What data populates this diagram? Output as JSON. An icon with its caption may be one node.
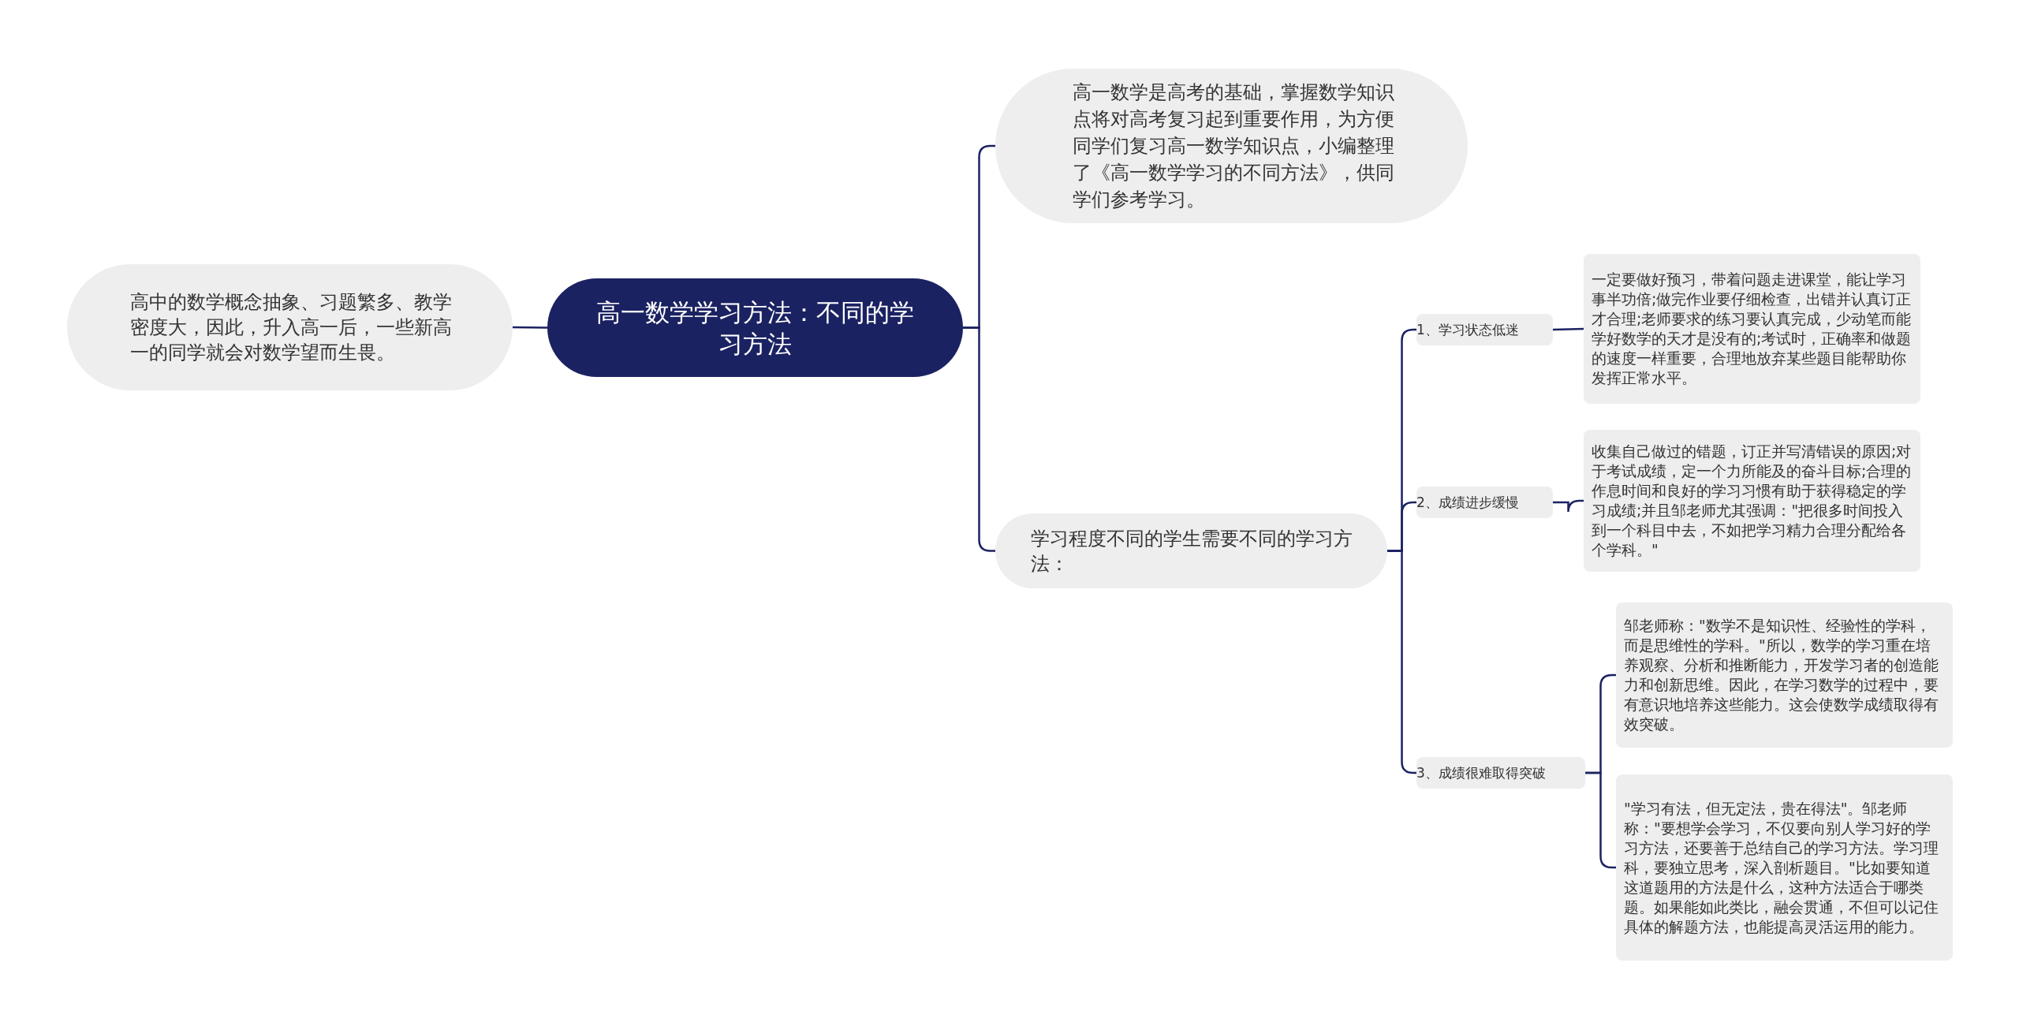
{
  "diagram": {
    "nodes": [
      {
        "text": [
          "高一数学学习方法：不同的学习方法"
        ]
      },
      {
        "text": [
          "高中的数学概念抽象、习题繁多、教学密度大，因此，升入高一后，一些新高一的同学就会对数学望而生畏。"
        ]
      },
      {
        "text": [
          "高一数学是高考的基础，掌握数学知识点将对高考复习起到重要作用，为方便同学们复习高一数学知识点，小编整理了《高一数学学习的不同方法》，供同学们参考学习。"
        ]
      },
      {
        "text": [
          "学习程度不同的学生需要不同的学习方法："
        ]
      },
      {
        "text": [
          "1、学习状态低迷"
        ]
      },
      {
        "text": [
          "一定要做好预习，带着问题走进课堂，能让学习事半功倍;做完作业要仔细检查，出错并认真订正才合理;老师要求的练习要认真完成，少动笔而能学好数学的天才是没有的;考试时，正确率和做题的速度一样重要，合理地放弃某些题目能帮助你发挥正常水平。"
        ]
      },
      {
        "text": [
          "2、成绩进步缓慢"
        ]
      },
      {
        "text": [
          "收集自己做过的错题，订正并写清错误的原因;对于考试成绩，定一个力所能及的奋斗目标;合理的作息时间和良好的学习习惯有助于获得稳定的学习成绩;并且邹老师尤其强调：\"把很多时间投入到一个科目中去，不如把学习精力合理分配给各个学科。\""
        ]
      },
      {
        "text": [
          "3、成绩很难取得突破"
        ]
      },
      {
        "text": [
          "邹老师称：\"数学不是知识性、经验性的学科，而是思维性的学科。\"所以，数学的学习重在培养观察、分析和推断能力，开发学习者的创造能力和创新思维。因此，在学习数学的过程中，要有意识地培养这些能力。这会使数学成绩取得有效突破。"
        ]
      },
      {
        "text": [
          "\"学习有法，但无定法，贵在得法\"。邹老师称：\"要想学会学习，不仅要向别人学习好的学习方法，还要善于总结自己的学习方法。学习理科，要独立思考，深入剖析题目。\"比如要知道这道题用的方法是什么，这种方法适合于哪类题。如果能如此类比，融会贯通，不但可以记住具体的解题方法，也能提高灵活运用的能力。"
        ]
      }
    ],
    "edges": [
      {
        "from": 0,
        "to": 1,
        "arrow": "none"
      },
      {
        "from": 0,
        "to": 2,
        "arrow": "none"
      },
      {
        "from": 0,
        "to": 3,
        "arrow": "none"
      },
      {
        "from": 3,
        "to": 4,
        "arrow": "none"
      },
      {
        "from": 3,
        "to": 6,
        "arrow": "none"
      },
      {
        "from": 3,
        "to": 8,
        "arrow": "none"
      },
      {
        "from": 4,
        "to": 5,
        "arrow": "none"
      },
      {
        "from": 6,
        "to": 7,
        "arrow": "none"
      },
      {
        "from": 8,
        "to": 9,
        "arrow": "none"
      },
      {
        "from": 8,
        "to": 10,
        "arrow": "none"
      }
    ]
  }
}
